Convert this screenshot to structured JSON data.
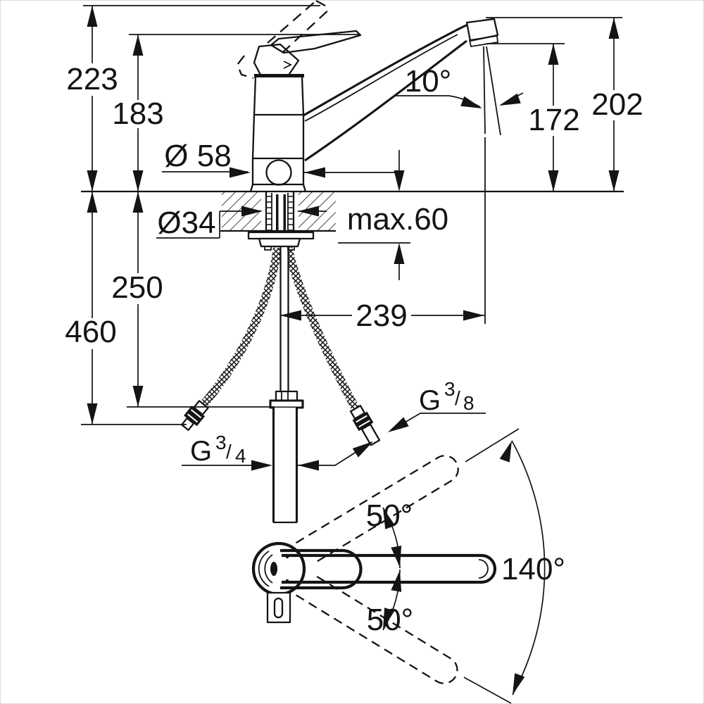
{
  "drawing": {
    "side_view": {
      "height_total": "223",
      "height_handle": "183",
      "height_spout_top": "202",
      "height_outlet": "172",
      "outlet_angle": "10°",
      "body_diameter": "Ø 58",
      "shank_diameter": "Ø34",
      "counter_thickness": "max.60",
      "depth_shank": "250",
      "depth_hoses": "460",
      "spout_reach": "239",
      "thread_pipe": {
        "prefix": "G",
        "numerator": "3",
        "slash": "/",
        "denominator": "4"
      },
      "thread_hose": {
        "prefix": "G",
        "numerator": "3",
        "slash": "/",
        "denominator": "8"
      }
    },
    "top_view": {
      "swivel_upper": "50°",
      "swivel_range": "140°",
      "swivel_lower": "50°"
    }
  },
  "colors": {
    "line": "#141414",
    "background": "#ffffff"
  }
}
